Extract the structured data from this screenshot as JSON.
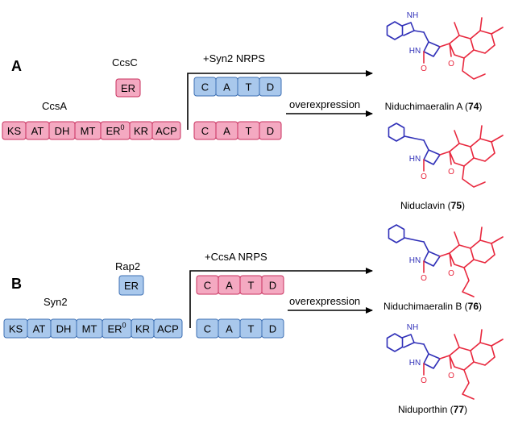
{
  "colors": {
    "pink_fill": "#f4a9c1",
    "pink_stroke": "#c9305e",
    "blue_fill": "#a9c8ec",
    "blue_stroke": "#3d6fb3",
    "red_struct": "#e8283e",
    "blue_struct": "#3030b8"
  },
  "panelA": {
    "label": "A",
    "tailoring_enzyme": "CcsC",
    "tailoring_domain": "ER",
    "synthase": "CcsA",
    "pks_domains": [
      "KS",
      "AT",
      "DH",
      "MT",
      "ER",
      "KR",
      "ACP"
    ],
    "er_superscript": "0",
    "nrps_domains": [
      "C",
      "A",
      "T",
      "D"
    ],
    "swap_label": "+Syn2 NRPS",
    "swap_nrps_domains": [
      "C",
      "A",
      "T",
      "D"
    ],
    "overexpression_label": "overexpression"
  },
  "panelB": {
    "label": "B",
    "tailoring_enzyme": "Rap2",
    "tailoring_domain": "ER",
    "synthase": "Syn2",
    "pks_domains": [
      "KS",
      "AT",
      "DH",
      "MT",
      "ER",
      "KR",
      "ACP"
    ],
    "er_superscript": "0",
    "nrps_domains": [
      "C",
      "A",
      "T",
      "D"
    ],
    "swap_label": "+CcsA NRPS",
    "swap_nrps_domains": [
      "C",
      "A",
      "T",
      "D"
    ],
    "overexpression_label": "overexpression"
  },
  "structure_text": {
    "nh": "NH",
    "hn": "HN",
    "oxygen": "O"
  },
  "products": [
    {
      "name": "Niduchimaeralin A (",
      "id": "74",
      "close": ")"
    },
    {
      "name": "Niduclavin (",
      "id": "75",
      "close": ")"
    },
    {
      "name": "Niduchimaeralin B (",
      "id": "76",
      "close": ")"
    },
    {
      "name": "Niduporthin (",
      "id": "77",
      "close": ")"
    }
  ]
}
